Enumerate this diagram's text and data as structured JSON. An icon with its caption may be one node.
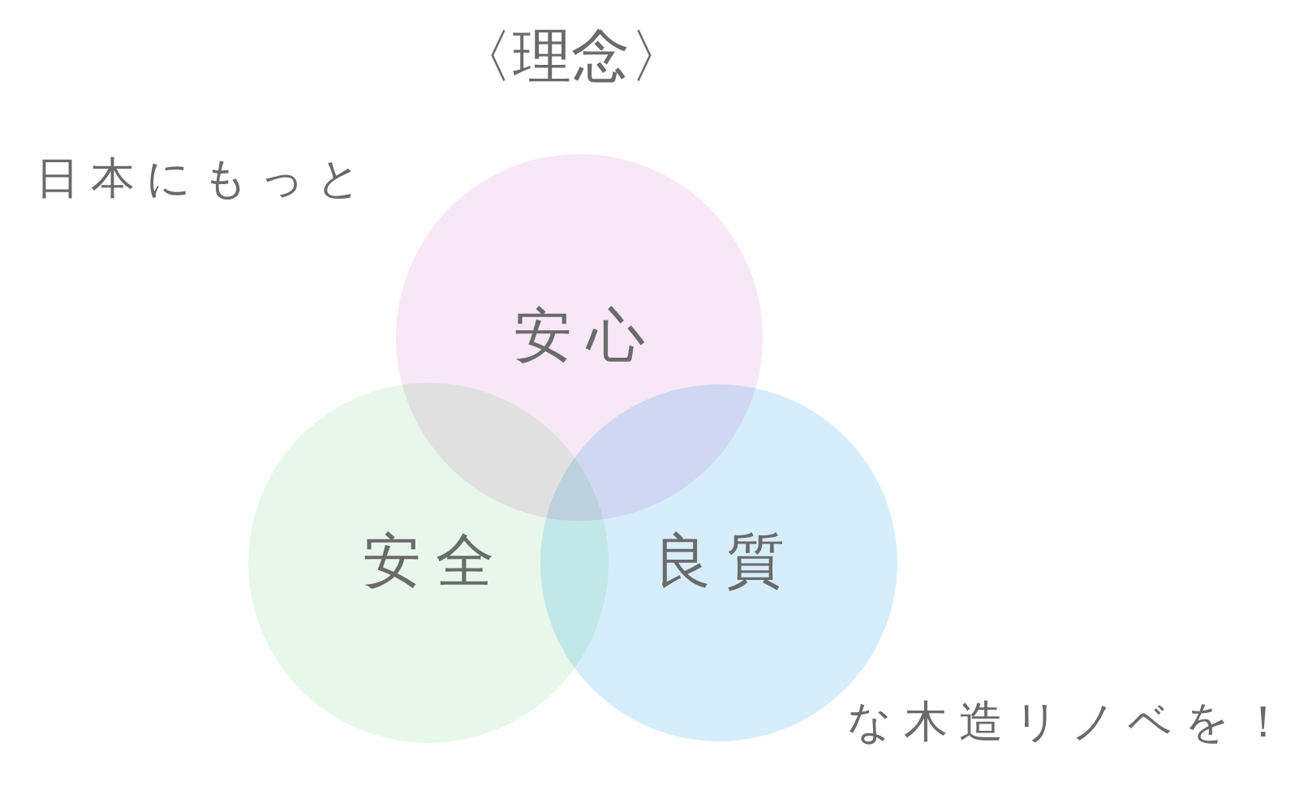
{
  "diagram": {
    "title": "〈理念〉",
    "nodes": [
      {
        "text": [
          "安心"
        ]
      },
      {
        "text": [
          "安全"
        ]
      },
      {
        "text": [
          "良質"
        ]
      }
    ],
    "labels": [
      "日本にもっと",
      "な木造リノベを！"
    ]
  }
}
